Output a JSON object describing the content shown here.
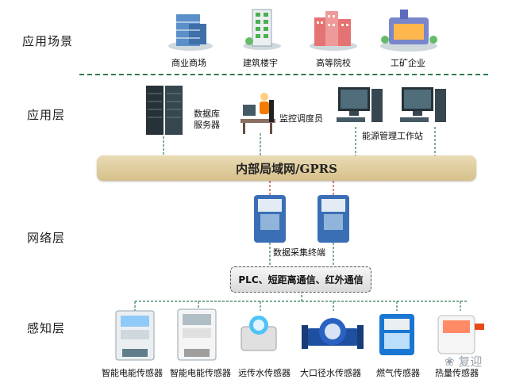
{
  "layers": {
    "scenario": "应用场景",
    "application": "应用层",
    "network": "网络层",
    "perception": "感知层"
  },
  "scenarios": [
    "商业商场",
    "建筑楼宇",
    "高等院校",
    "工矿企业"
  ],
  "application_nodes": {
    "db_server_line1": "数据库",
    "db_server_line2": "服务器",
    "monitor": "监控调度员",
    "workstation": "能源管理工作站"
  },
  "bus_label": "内部局域网/GPRS",
  "collector_label": "数据采集终端",
  "comm_label": "PLC、短距离通信、红外通信",
  "sensors": [
    "智能电能传感器",
    "智能电能传感器",
    "远传水传感器",
    "大口径水传感器",
    "燃气传感器",
    "热量传感器"
  ],
  "watermark": "复迎",
  "colors": {
    "divider": "#2e7d4f",
    "link": "#2e7d4f",
    "link_red": "#c0392b",
    "bus": "#e0cc99"
  }
}
